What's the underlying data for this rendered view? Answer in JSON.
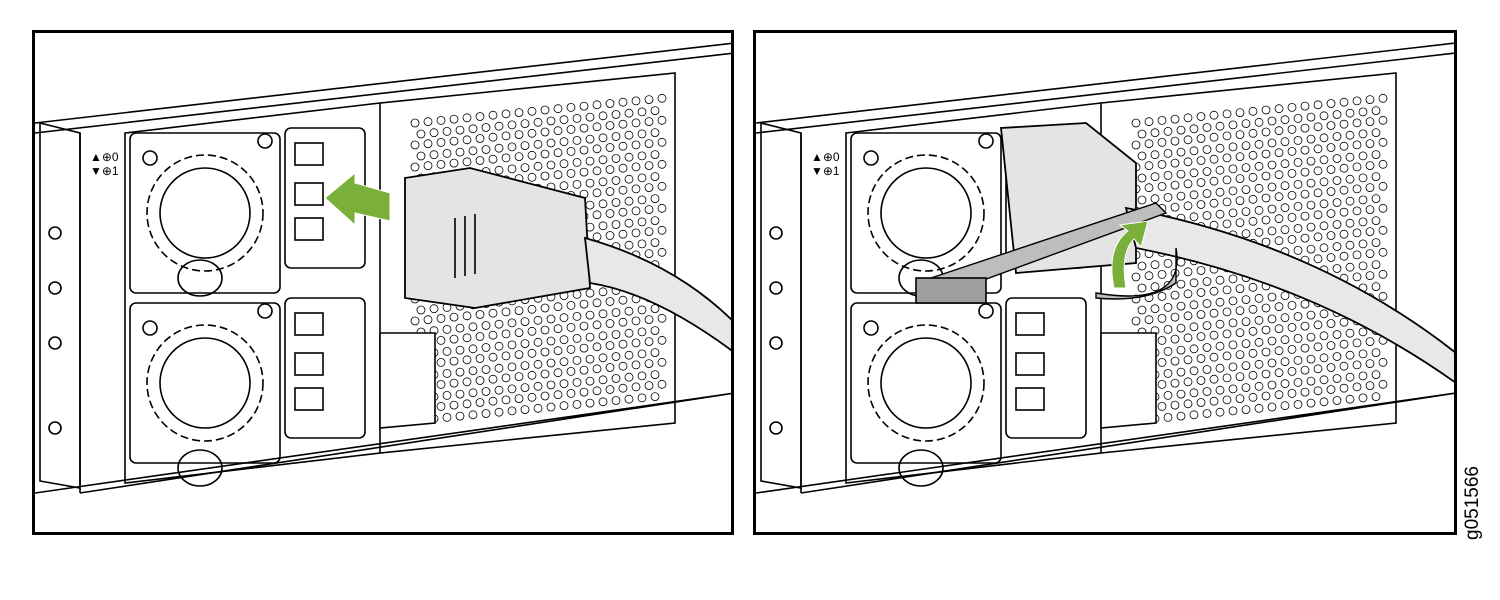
{
  "figure_id": "g051566",
  "panels": [
    {
      "name": "insert-power-cord",
      "step_arrow": "push-left",
      "arrow_color": "#7ab03a"
    },
    {
      "name": "secure-cord-with-strap",
      "step_arrow": "curve-up",
      "arrow_color": "#7ab03a"
    }
  ],
  "psu_labels": {
    "top": "0",
    "bottom": "1"
  },
  "colors": {
    "line": "#000000",
    "plug_fill": "#e4e4e4",
    "cable_fill": "#e8e8e8",
    "strap_fill": "#bdbdbd",
    "arrow": "#7ab03a"
  }
}
